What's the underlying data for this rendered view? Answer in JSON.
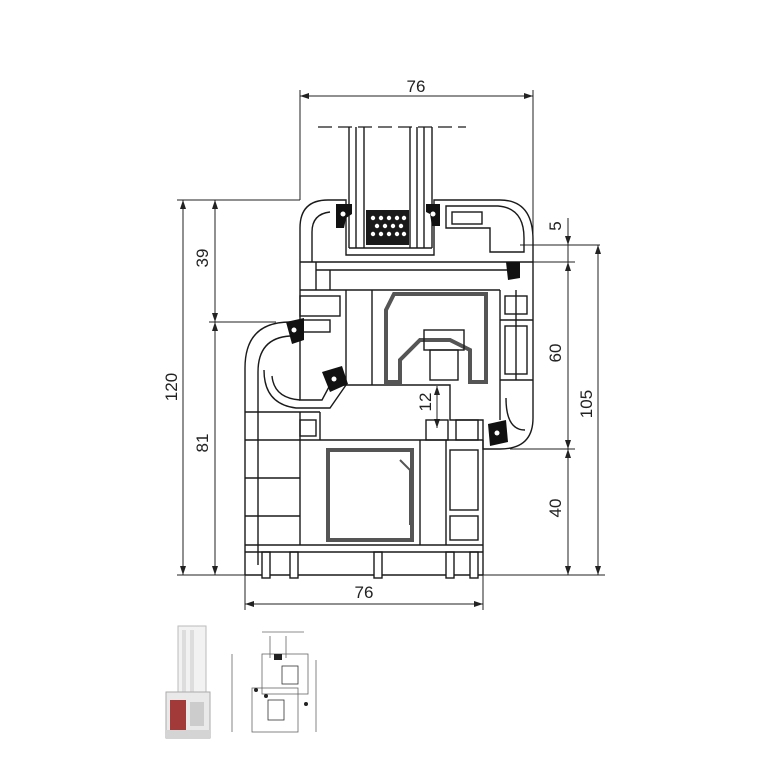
{
  "dimensions": {
    "top_width": "76",
    "bottom_width": "76",
    "sash_upper_height": "39",
    "sash_lower_height": "81",
    "total_height": "120",
    "right_top": "5",
    "right_60": "60",
    "right_105": "105",
    "right_40": "40",
    "inner_12": "12"
  },
  "colors": {
    "line": "#1a1a1a",
    "steel": "#555555",
    "gasket": "#111111",
    "background": "#ffffff",
    "photo_frame": "#e9e9e9",
    "photo_accent": "#a33a3a"
  },
  "thumbnails": {
    "photo": "window-profile-photo",
    "drawing": "cross-section-drawing-thumbnail"
  }
}
